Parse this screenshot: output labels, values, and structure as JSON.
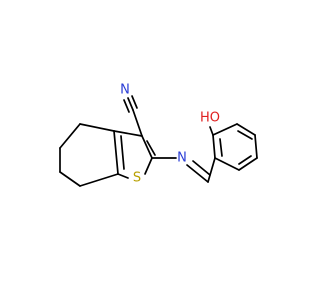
{
  "molecule": {
    "colors": {
      "bond": "#000000",
      "nitrogen": "#2a3dd6",
      "oxygen": "#e02020",
      "sulfur": "#b8a000"
    },
    "atoms": {
      "nitrile_n": "N",
      "imine_n": "N",
      "sulfur": "S",
      "hydroxyl": "HO"
    }
  }
}
